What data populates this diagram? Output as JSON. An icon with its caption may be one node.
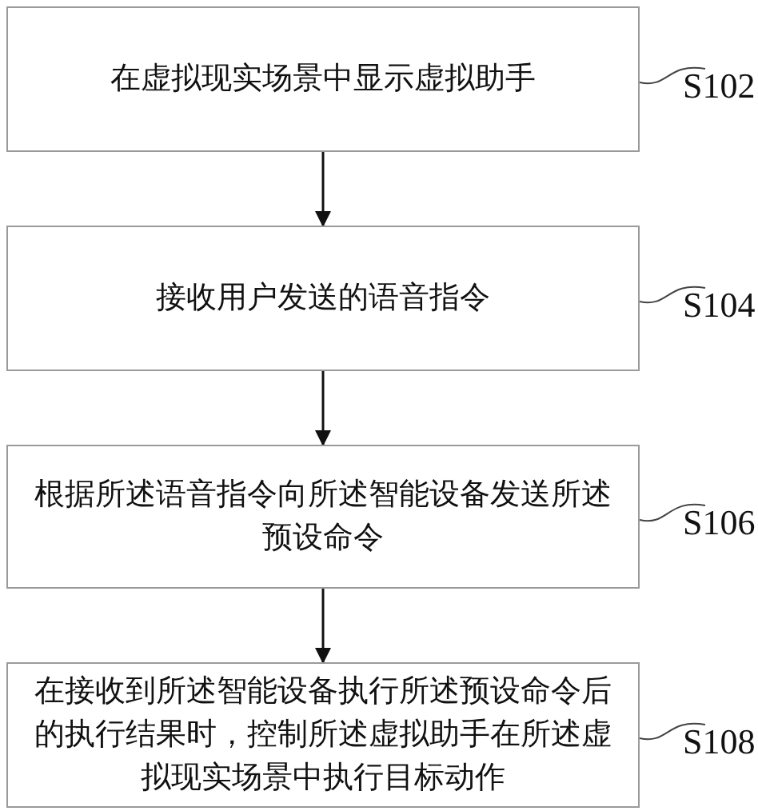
{
  "diagram": {
    "nodes": [
      {
        "text": [
          "在虚拟现实场景中显示虚拟助手"
        ]
      },
      {
        "text": [
          "接收用户发送的语音指令"
        ]
      },
      {
        "text": [
          "根据所述语音指令向所述智能设备发送所述预设命令"
        ]
      },
      {
        "text": [
          "在接收到所述智能设备执行所述预设命令后的执行结果时，控制所述虚拟助手在所述虚拟现实场景中执行目标动作"
        ]
      },
      {
        "text": [
          "S102"
        ]
      },
      {
        "text": [
          "S104"
        ]
      },
      {
        "text": [
          "S106"
        ]
      },
      {
        "text": [
          "S108"
        ]
      }
    ],
    "edges": [
      {
        "from": 0,
        "to": 1,
        "arrow": "to"
      },
      {
        "from": 1,
        "to": 2,
        "arrow": "to"
      },
      {
        "from": 2,
        "to": 3,
        "arrow": "to"
      },
      {
        "from": 4,
        "to": 0,
        "arrow": "none"
      },
      {
        "from": 5,
        "to": 1,
        "arrow": "none"
      },
      {
        "from": 6,
        "to": 2,
        "arrow": "none"
      },
      {
        "from": 7,
        "to": 3,
        "arrow": "none"
      }
    ]
  }
}
